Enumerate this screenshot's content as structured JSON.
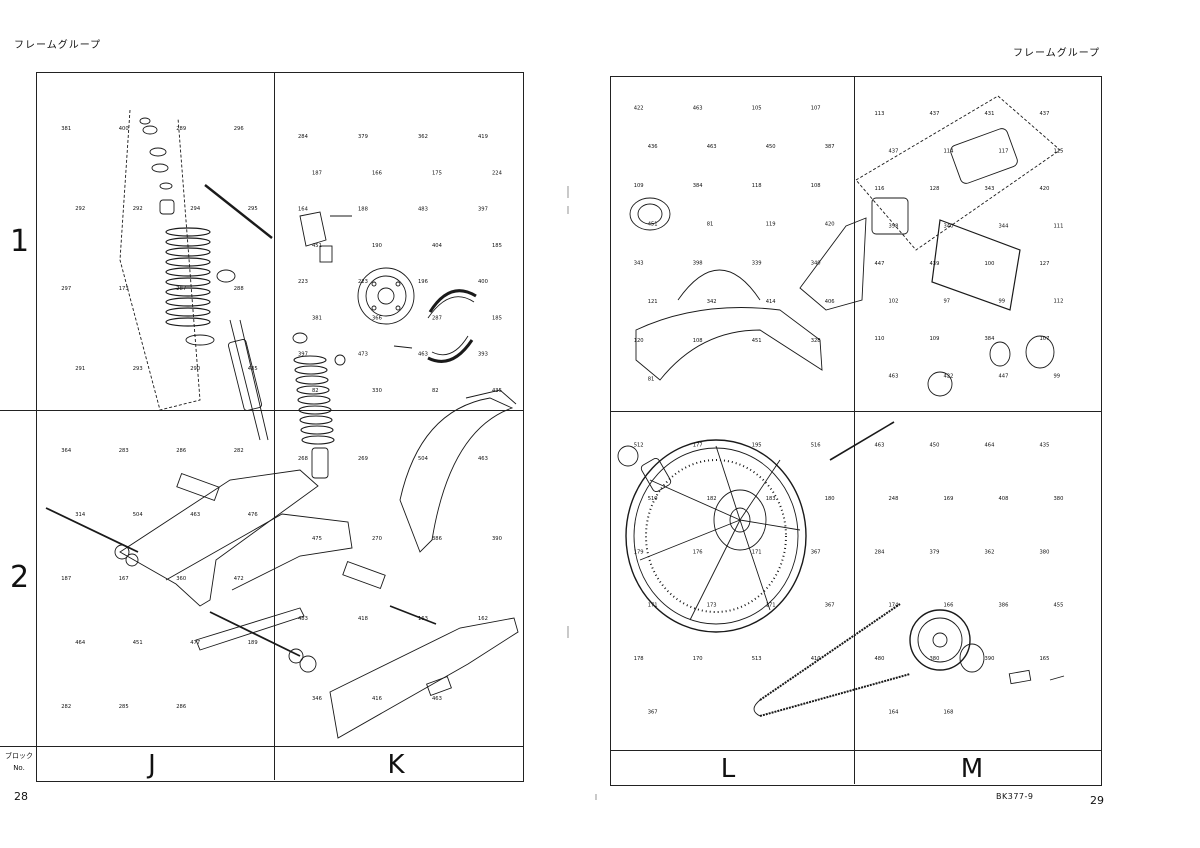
{
  "header": {
    "left": "フレームグループ",
    "right": "フレームグループ"
  },
  "rows": [
    "1",
    "2"
  ],
  "footer": {
    "block_label_line1": "ブロック",
    "block_label_line2": "No.",
    "blocks": [
      "J",
      "K",
      "L",
      "M"
    ]
  },
  "page_numbers": {
    "left": "28",
    "right": "29"
  },
  "doc_code": "BK377-9",
  "part_labels": {
    "J1": [
      "381",
      "400",
      "289",
      "296",
      "292",
      "292",
      "294",
      "295",
      "297",
      "173",
      "287",
      "288",
      "291",
      "293",
      "290",
      "435"
    ],
    "J2": [
      "364",
      "283",
      "286",
      "282",
      "314",
      "504",
      "463",
      "476",
      "187",
      "167",
      "360",
      "472",
      "464",
      "451",
      "477",
      "189",
      "282",
      "285",
      "286"
    ],
    "K1": [
      "284",
      "379",
      "362",
      "419",
      "187",
      "166",
      "175",
      "224",
      "164",
      "188",
      "483",
      "397",
      "451",
      "190",
      "404",
      "185",
      "223",
      "223",
      "196",
      "400",
      "381",
      "366",
      "287",
      "185",
      "397",
      "473",
      "463",
      "393",
      "82",
      "330",
      "82",
      "435"
    ],
    "K2": [
      "268",
      "269",
      "504",
      "463",
      "475",
      "270",
      "386",
      "390",
      "483",
      "418",
      "163",
      "162",
      "346",
      "416",
      "463"
    ],
    "L1": [
      "422",
      "463",
      "105",
      "107",
      "436",
      "463",
      "450",
      "387",
      "109",
      "384",
      "118",
      "108",
      "451",
      "81",
      "119",
      "420",
      "343",
      "398",
      "339",
      "340",
      "121",
      "342",
      "414",
      "406",
      "120",
      "108",
      "451",
      "328",
      "81"
    ],
    "L2": [
      "512",
      "177",
      "195",
      "516",
      "519",
      "182",
      "183",
      "180",
      "179",
      "176",
      "171",
      "367",
      "171",
      "173",
      "171",
      "367",
      "178",
      "170",
      "513",
      "410",
      "367"
    ],
    "M1": [
      "113",
      "437",
      "431",
      "437",
      "437",
      "114",
      "117",
      "115",
      "116",
      "128",
      "343",
      "420",
      "398",
      "340",
      "344",
      "111",
      "447",
      "439",
      "100",
      "127",
      "102",
      "97",
      "99",
      "112",
      "110",
      "109",
      "384",
      "107",
      "463",
      "422",
      "447",
      "99"
    ],
    "M2": [
      "463",
      "450",
      "464",
      "435",
      "248",
      "169",
      "408",
      "380",
      "284",
      "379",
      "362",
      "380",
      "174",
      "166",
      "386",
      "455",
      "480",
      "380",
      "390",
      "165",
      "164",
      "168"
    ]
  }
}
